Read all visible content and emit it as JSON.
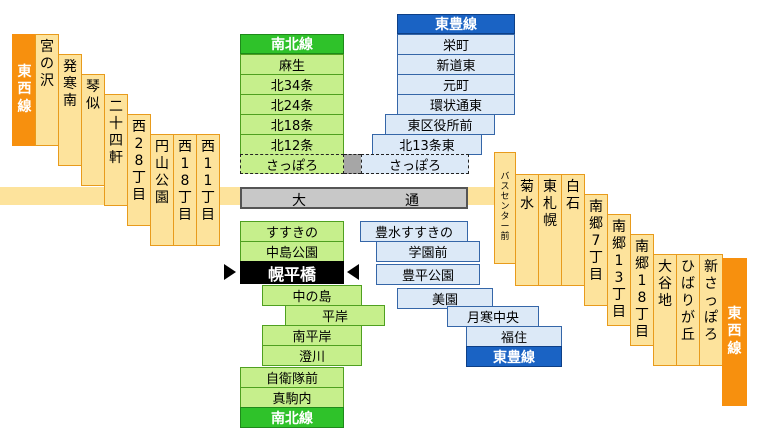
{
  "lines": {
    "nanboku": {
      "name": "南北線",
      "color": "#2fc22a"
    },
    "toho": {
      "name": "東豊線",
      "color": "#1a63c4"
    },
    "tozai": {
      "name": "東西線",
      "color": "#f7900e"
    }
  },
  "nanboku_north": [
    "麻生",
    "北34条",
    "北24条",
    "北18条",
    "北12条"
  ],
  "nanboku_south": [
    "すすきの",
    "中島公園",
    "中の島",
    "平岸",
    "南平岸",
    "澄川",
    "自衛隊前",
    "真駒内"
  ],
  "current_station": "幌平橋",
  "toho_north": [
    "栄町",
    "新道東",
    "元町",
    "環状通東",
    "東区役所前",
    "北13条東"
  ],
  "toho_south": [
    "豊水すすきの",
    "学園前",
    "豊平公園",
    "美園",
    "月寒中央",
    "福住"
  ],
  "sapporo": {
    "nanboku": "さっぽろ",
    "toho": "さっぽろ"
  },
  "odori": {
    "left": "大",
    "right": "通"
  },
  "tozai_west": [
    "宮の沢",
    "発寒南",
    "琴似",
    "二十四軒",
    "西28丁目",
    "円山公園",
    "西18丁目",
    "西11丁目"
  ],
  "tozai_east": [
    "バスセンター前",
    "菊水",
    "東札幌",
    "白石",
    "南郷7丁目",
    "南郷13丁目",
    "南郷18丁目",
    "大谷地",
    "ひばりが丘",
    "新さっぽろ"
  ]
}
